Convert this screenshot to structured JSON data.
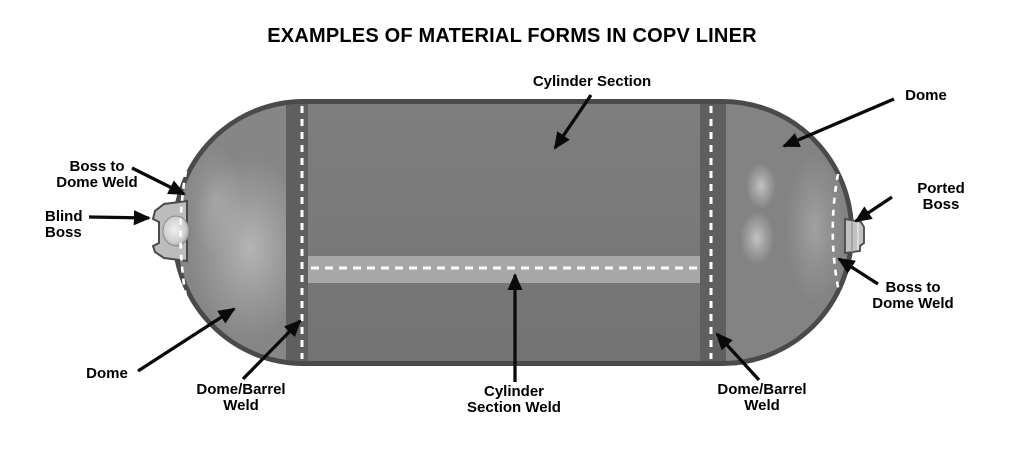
{
  "title": "EXAMPLES OF MATERIAL FORMS IN COPV LINER",
  "diagram": {
    "labels": {
      "cylinder_section": "Cylinder Section",
      "dome_top_right": "Dome",
      "boss_to_dome_weld_left": "Boss to\nDome Weld",
      "blind_boss": "Blind\nBoss",
      "ported_boss": "Ported Boss",
      "boss_to_dome_weld_right": "Boss to\nDome Weld",
      "dome_bottom_left": "Dome",
      "dome_barrel_weld_left": "Dome/Barrel\nWeld",
      "cylinder_section_weld": "Cylinder\nSection Weld",
      "dome_barrel_weld_right": "Dome/Barrel\nWeld"
    },
    "colors": {
      "background": "#ffffff",
      "vessel_outline": "#4a4a4a",
      "cylinder_fill": "#7a7a7a",
      "dome_barrel_weld_band": "#5f5f5f",
      "cylinder_weld_band": "#a7a7a7",
      "weld_dash": "#ffffff",
      "boss_fill": "#bcbcbc",
      "arrow": "#0a0a0a",
      "label_text": "#000000"
    }
  }
}
